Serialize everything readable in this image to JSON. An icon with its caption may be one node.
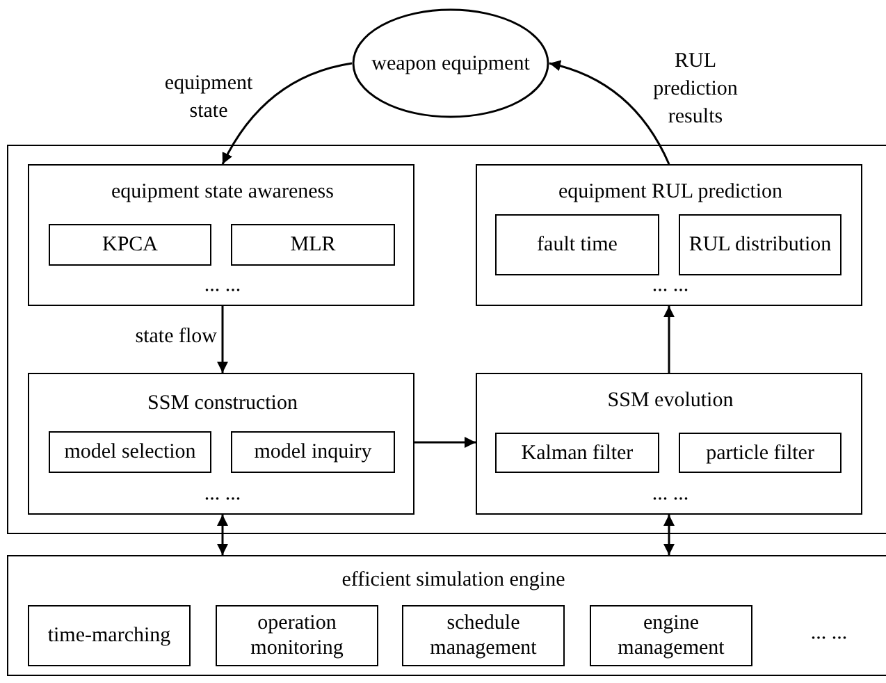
{
  "diagram": {
    "nodes": [
      {
        "text": [
          "weapon equipment"
        ]
      },
      {
        "text": [],
        "shape": "box"
      },
      {
        "text": [
          "equipment state awareness",
          "... ..."
        ],
        "in": 1
      },
      {
        "text": [
          "KPCA"
        ],
        "in": 2
      },
      {
        "text": [
          "MLR"
        ],
        "in": 2
      },
      {
        "text": [
          "equipment RUL prediction",
          "... ..."
        ],
        "in": 1
      },
      {
        "text": [
          "fault time"
        ],
        "in": 5
      },
      {
        "text": [
          "RUL distribution"
        ],
        "in": 5
      },
      {
        "text": [
          "SSM construction",
          "... ..."
        ],
        "in": 1
      },
      {
        "text": [
          "model selection"
        ],
        "in": 8
      },
      {
        "text": [
          "model inquiry"
        ],
        "in": 8
      },
      {
        "text": [
          "SSM evolution",
          "... ..."
        ],
        "in": 1
      },
      {
        "text": [
          "Kalman filter"
        ],
        "in": 11
      },
      {
        "text": [
          "particle filter"
        ],
        "in": 11
      },
      {
        "text": [
          "efficient simulation engine",
          "... ..."
        ]
      },
      {
        "text": [
          "time-marching"
        ],
        "in": 14
      },
      {
        "text": [
          "operation monitoring"
        ],
        "in": 14
      },
      {
        "text": [
          "schedule management"
        ],
        "in": 14
      },
      {
        "text": [
          "engine management"
        ],
        "in": 14
      }
    ],
    "edges": [
      {
        "from": 0,
        "to": 2,
        "arrow": "to",
        "label": "equipment state"
      },
      {
        "from": 5,
        "to": 0,
        "arrow": "to",
        "label": "RUL prediction results"
      },
      {
        "from": 2,
        "to": 8,
        "arrow": "to",
        "label": "state flow"
      },
      {
        "from": 8,
        "to": 11,
        "arrow": "to"
      },
      {
        "from": 11,
        "to": 5,
        "arrow": "to"
      },
      {
        "from": 8,
        "to": 14,
        "arrow": "both"
      },
      {
        "from": 11,
        "to": 14,
        "arrow": "both"
      }
    ]
  }
}
